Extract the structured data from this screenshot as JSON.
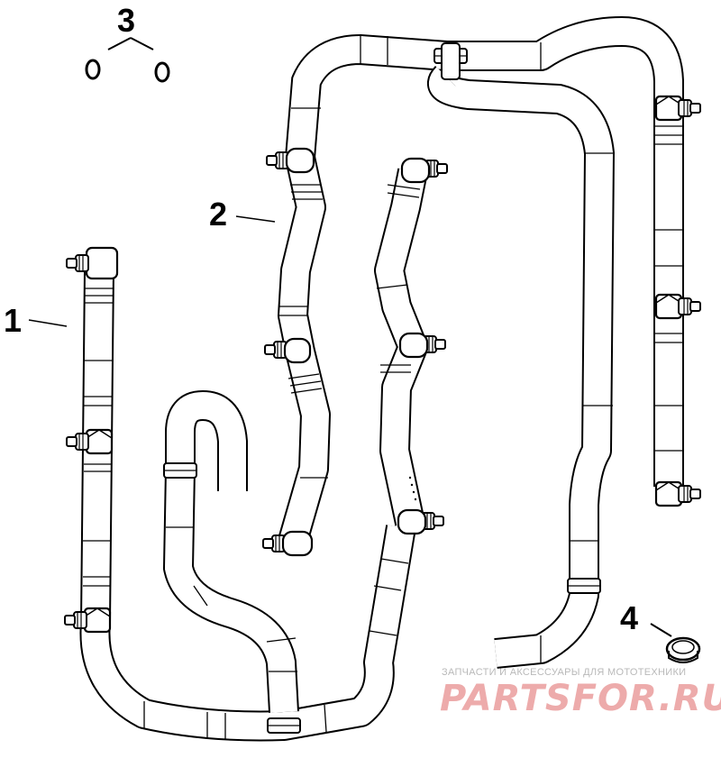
{
  "callouts": [
    {
      "id": "1",
      "text": "1"
    },
    {
      "id": "2",
      "text": "2"
    },
    {
      "id": "3",
      "text": "3"
    },
    {
      "id": "4",
      "text": "4"
    }
  ],
  "watermark": {
    "tagline": "ЗАПЧАСТИ И АКСЕССУАРЫ ДЛЯ МОТОТЕХНИКИ",
    "logo": "PARTSFOR.RU"
  },
  "colors": {
    "line": "#000000",
    "background": "#ffffff",
    "watermark_logo": "#e78f8f",
    "watermark_text": "#b9b9b9"
  }
}
